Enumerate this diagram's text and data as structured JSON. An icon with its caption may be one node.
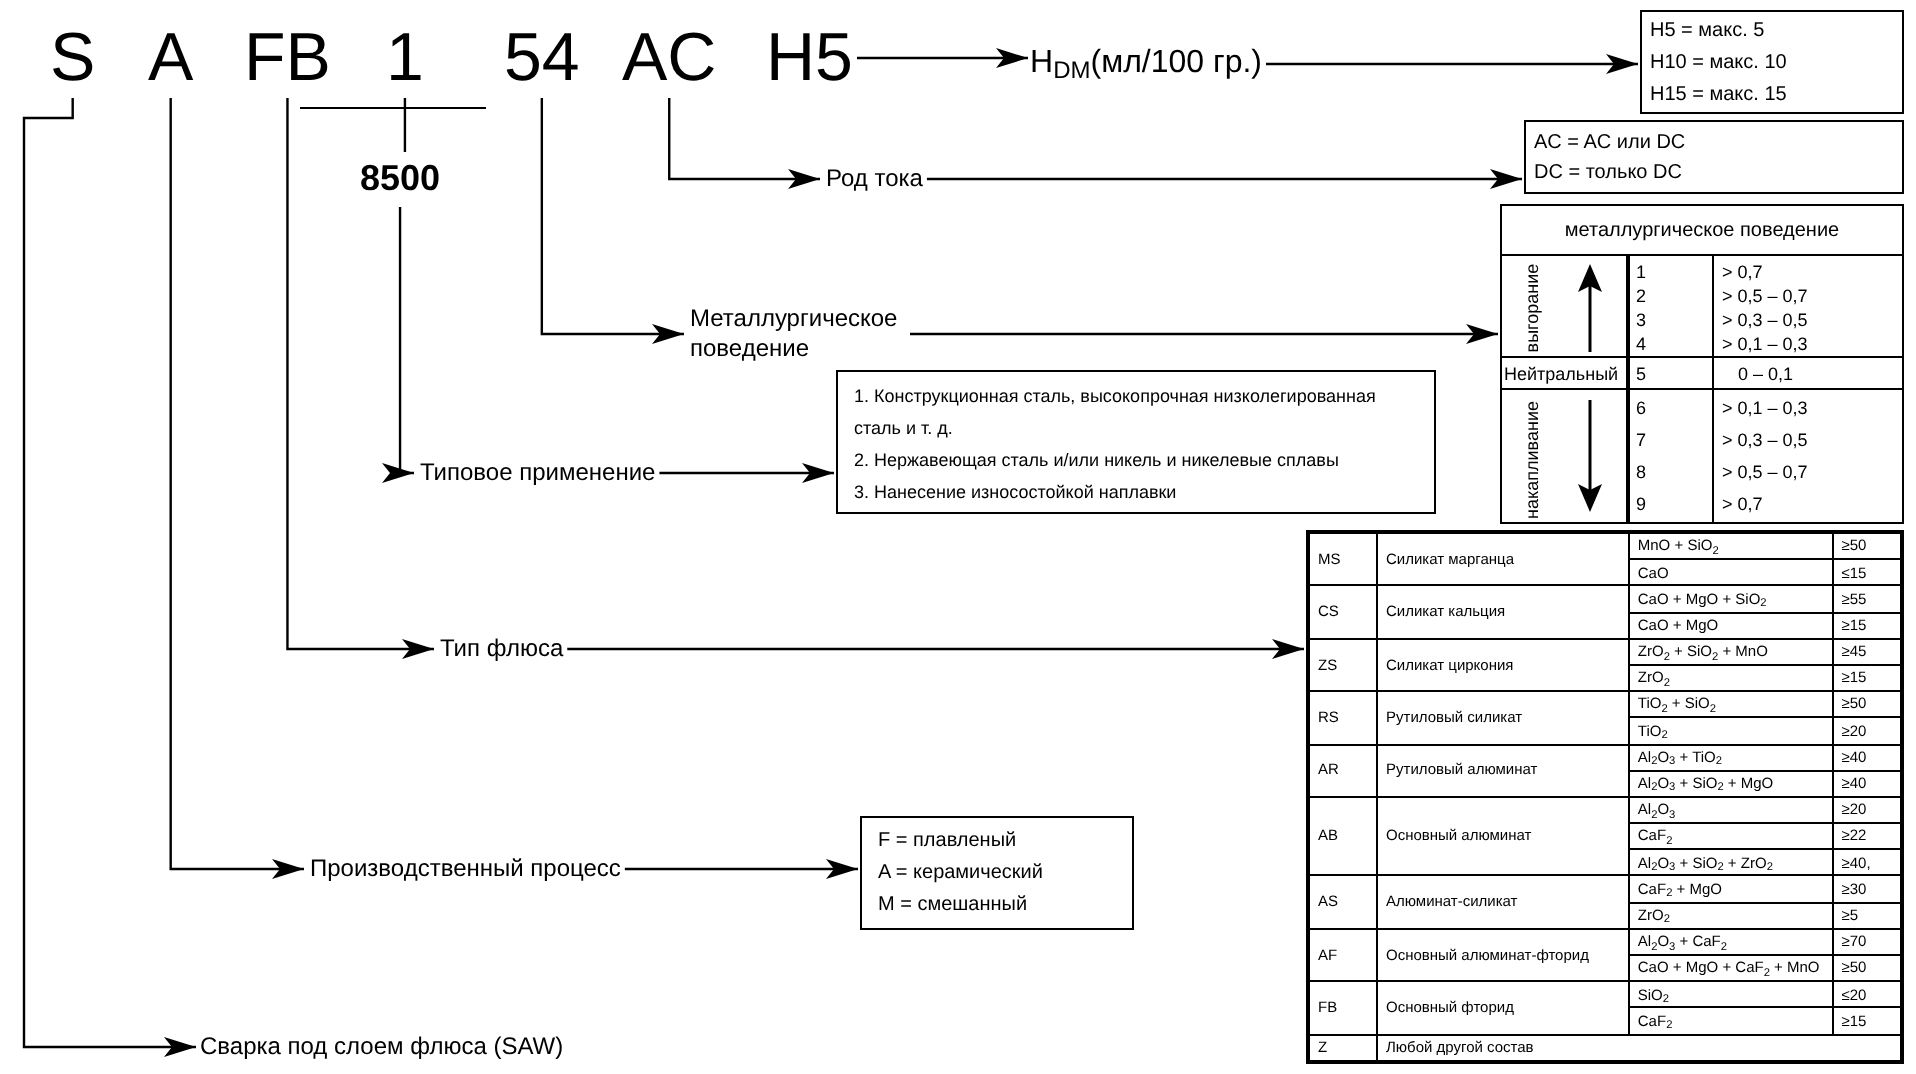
{
  "diagram": {
    "nodes": [
      {
        "text": [
          "S"
        ]
      },
      {
        "text": [
          "A"
        ]
      },
      {
        "text": [
          "FB"
        ]
      },
      {
        "text": [
          "1"
        ]
      },
      {
        "text": [
          "54"
        ]
      },
      {
        "text": [
          "AC"
        ]
      },
      {
        "text": [
          "H5"
        ]
      },
      {
        "text": [
          "H$_{DM}$(мл/100 гр.)"
        ]
      },
      {
        "text": [
          "H5 = макс. 5",
          "H10 = макс. 10",
          "H15 = макс. 15"
        ]
      },
      {
        "text": [
          "8500"
        ]
      },
      {
        "text": [
          "Род тока"
        ]
      },
      {
        "text": [
          "AC = AC или DC",
          "DC = только DC"
        ]
      },
      {
        "text": [
          "Металлургическое поведение"
        ]
      },
      {
        "text": [
          "металлургическое поведение"
        ]
      },
      {
        "text": [
          "Типовое применение"
        ]
      },
      {
        "text": [
          "1. Конструкционная сталь, высокопрочная низколегированная сталь и т. д.",
          "2. Нержавеющая сталь и/или никель и никелевые сплавы",
          "3. Нанесение износостойкой наплавки"
        ]
      },
      {
        "text": [
          "Тип флюса"
        ]
      },
      {
        "text": [],
        "shape": "box"
      },
      {
        "text": [
          "Производственный процесс"
        ]
      },
      {
        "text": [
          "F = плавленый",
          "A = керамический",
          "M = смешанный"
        ]
      },
      {
        "text": [
          "Сварка под слоем флюса (SAW)"
        ]
      }
    ],
    "edges": [
      {
        "from": 0,
        "to": 20,
        "arrow": "to"
      },
      {
        "from": 1,
        "to": 18,
        "arrow": "to"
      },
      {
        "from": 2,
        "to": 16,
        "arrow": "to"
      },
      {
        "from": 3,
        "to": 9,
        "arrow": "none"
      },
      {
        "from": 9,
        "to": 14,
        "arrow": "to"
      },
      {
        "from": 4,
        "to": 12,
        "arrow": "to"
      },
      {
        "from": 5,
        "to": 10,
        "arrow": "to"
      },
      {
        "from": 6,
        "to": 7,
        "arrow": "to"
      },
      {
        "from": 7,
        "to": 8,
        "arrow": "to"
      },
      {
        "from": 10,
        "to": 11,
        "arrow": "to"
      },
      {
        "from": 12,
        "to": 13,
        "arrow": "to"
      },
      {
        "from": 14,
        "to": 15,
        "arrow": "to"
      },
      {
        "from": 16,
        "to": 17,
        "arrow": "to"
      },
      {
        "from": 18,
        "to": 19,
        "arrow": "to"
      }
    ],
    "labels": [
      "выгорание",
      "1",
      "> 0,7",
      "2",
      "> 0,5 – 0,7",
      "3",
      "> 0,3 – 0,5",
      "4",
      "> 0,1 – 0,3",
      "Нейтральный",
      "5",
      "0 – 0,1",
      "накапливание",
      "6",
      "> 0,1 – 0,3",
      "7",
      "> 0,3 – 0,5",
      "8",
      "> 0,5 – 0,7",
      "9",
      "> 0,7",
      "MS",
      "Силикат марганца",
      "MnO + SiO$_{2}$",
      "≥50",
      "CaO",
      "≤15",
      "CS",
      "Силикат кальция",
      "CaO + MgO + SiO$_{2}$",
      "≥55",
      "CaO + MgO",
      "≥15",
      "ZS",
      "Силикат циркония",
      "ZrO$_{2}$ + SiO$_{2}$ + MnO",
      "≥45",
      "ZrO$_{2}$",
      "≥15",
      "RS",
      "Рутиловый силикат",
      "TiO$_{2}$ + SiO$_{2}$",
      "≥50",
      "TiO$_{2}$",
      "≥20",
      "AR",
      "Рутиловый алюминат",
      "Al$_{2}$O$_{3}$ + TiO$_{2}$",
      "≥40",
      "Al$_{2}$O$_{3}$ + SiO$_{2}$ + MgO",
      "≥40",
      "AB",
      "Основный алюминат",
      "Al$_{2}$O$_{3}$",
      "≥20",
      "CaF$_{2}$",
      "≥22",
      "Al$_{2}$O$_{3}$ + SiO$_{2}$ + ZrO$_{2}$",
      "≥40,",
      "AS",
      "Алюминат-силикат",
      "CaF$_{2}$ + MgO",
      "≥30",
      "ZrO$_{2}$",
      "≥5",
      "AF",
      "Основный алюминат-фторид",
      "Al$_{2}$O$_{3}$ + CaF$_{2}$",
      "≥70",
      "CaO + MgO + CaF$_{2}$ + MnO",
      "≥50",
      "FB",
      "Основный фторид",
      "SiO$_{2}$",
      "≤20",
      "CaF$_{2}$",
      "≥15",
      "Z",
      "Любой другой состав"
    ]
  }
}
